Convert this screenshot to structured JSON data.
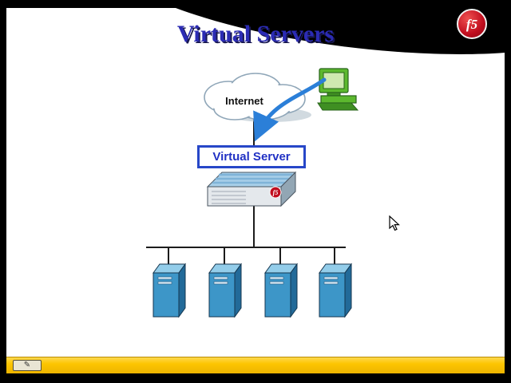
{
  "slide": {
    "title": "Virtual Servers",
    "internet_label": "Internet",
    "virtual_server_label": "Virtual Server",
    "server_count": 4
  },
  "logo": {
    "text": "f5"
  },
  "colors": {
    "title_blue": "#2b2bb4",
    "title_shadow": "#181850",
    "box_border": "#2747c8",
    "box_text": "#2131c4",
    "arrow_blue": "#2b7fd8",
    "cloud_stroke": "#8fa6b8",
    "server_front": "#3d96c8",
    "server_top": "#93cdea",
    "server_side": "#226a99",
    "appliance_top": "#a8cfe9",
    "toolbar_yellow": "#fdc500",
    "logo_red": "#c00d1e"
  }
}
